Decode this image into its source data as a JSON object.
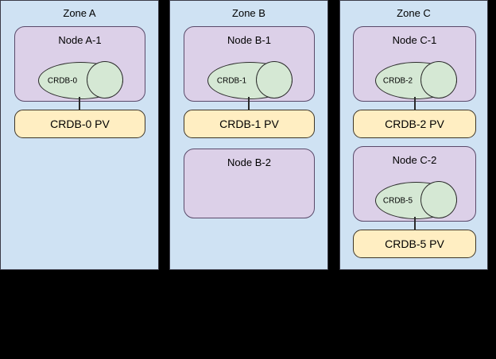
{
  "diagram": {
    "background_color": "#000000",
    "zone_fill": "#cfe2f3",
    "node_fill": "#dcd0e8",
    "db_fill": "#d5e8d4",
    "pv_fill": "#ffeec2",
    "stroke": "#3b3b47"
  },
  "zones": [
    {
      "id": "zone-a",
      "title": "Zone A",
      "nodes": [
        {
          "id": "node-a-1",
          "title": "Node A-1",
          "database": {
            "id": "crdb-0",
            "label": "CRDB-0"
          }
        }
      ],
      "volumes": [
        {
          "id": "crdb-0-pv",
          "label": "CRDB-0 PV"
        }
      ]
    },
    {
      "id": "zone-b",
      "title": "Zone B",
      "nodes": [
        {
          "id": "node-b-1",
          "title": "Node B-1",
          "database": {
            "id": "crdb-1",
            "label": "CRDB-1"
          }
        },
        {
          "id": "node-b-2",
          "title": "Node B-2",
          "database": null
        }
      ],
      "volumes": [
        {
          "id": "crdb-1-pv",
          "label": "CRDB-1 PV"
        }
      ]
    },
    {
      "id": "zone-c",
      "title": "Zone C",
      "nodes": [
        {
          "id": "node-c-1",
          "title": "Node C-1",
          "database": {
            "id": "crdb-2",
            "label": "CRDB-2"
          }
        },
        {
          "id": "node-c-2",
          "title": "Node C-2",
          "database": {
            "id": "crdb-5",
            "label": "CRDB-5"
          }
        }
      ],
      "volumes": [
        {
          "id": "crdb-2-pv",
          "label": "CRDB-2 PV"
        },
        {
          "id": "crdb-5-pv",
          "label": "CRDB-5 PV"
        }
      ]
    }
  ]
}
